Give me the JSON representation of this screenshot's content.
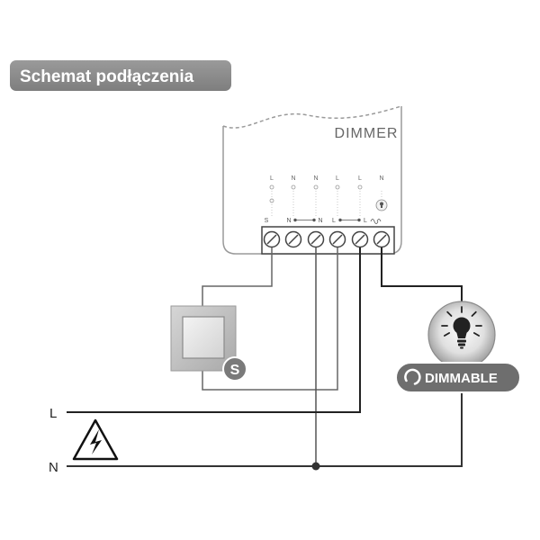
{
  "title": "Schemat podłączenia",
  "module": {
    "label": "DIMMER",
    "top_labels": [
      "L",
      "N",
      "N",
      "L",
      "L",
      "N"
    ],
    "bottom_labels": [
      "S",
      "N",
      "N",
      "L",
      "L"
    ]
  },
  "switch": {
    "badge": "S"
  },
  "load": {
    "badge": "DIMMABLE"
  },
  "mains": {
    "live": "L",
    "neutral": "N"
  },
  "icons": {
    "warning": "warning-lightning-icon",
    "bulb": "bulb-icon",
    "dimmable": "dimmable-icon",
    "output_marker": "dimmer-output-icon",
    "output_bulb": "bulb-small-icon"
  },
  "colors": {
    "title_badge": "#8c8c8c",
    "dimmable_badge": "#6e6e6e",
    "switch_badge": "#7a7a7a",
    "wire_dark": "#222222",
    "wire_light": "#666666"
  }
}
